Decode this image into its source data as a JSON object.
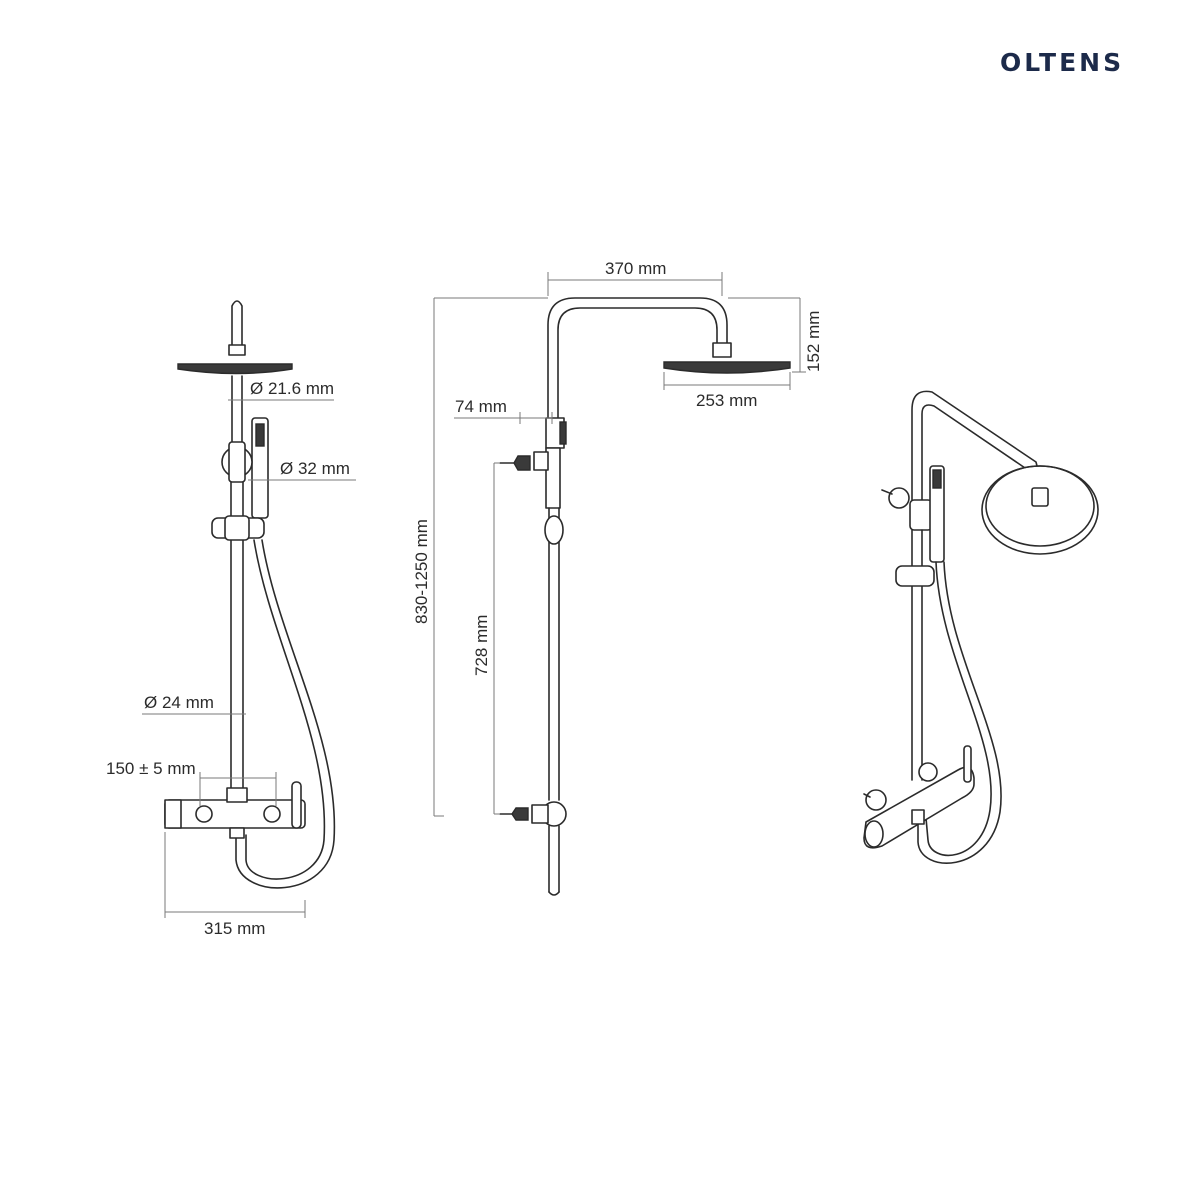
{
  "brand": {
    "name": "OLTENS",
    "color": "#1c2a4a"
  },
  "dimensions": {
    "d_head_arm": "Ø 21.6 mm",
    "d_hand_shower": "Ø 32 mm",
    "d_rail": "Ø 24 mm",
    "inlet_spacing": "150 ± 5 mm",
    "mixer_width": "315 mm",
    "arm_reach": "370 mm",
    "head_drop": "152 mm",
    "head_diameter": "253 mm",
    "bracket_offset": "74 mm",
    "total_height": "830-1250 mm",
    "bracket_height": "728 mm"
  },
  "colors": {
    "line": "#2b2b2b",
    "dimension": "#7a7a7a",
    "background": "#ffffff"
  }
}
